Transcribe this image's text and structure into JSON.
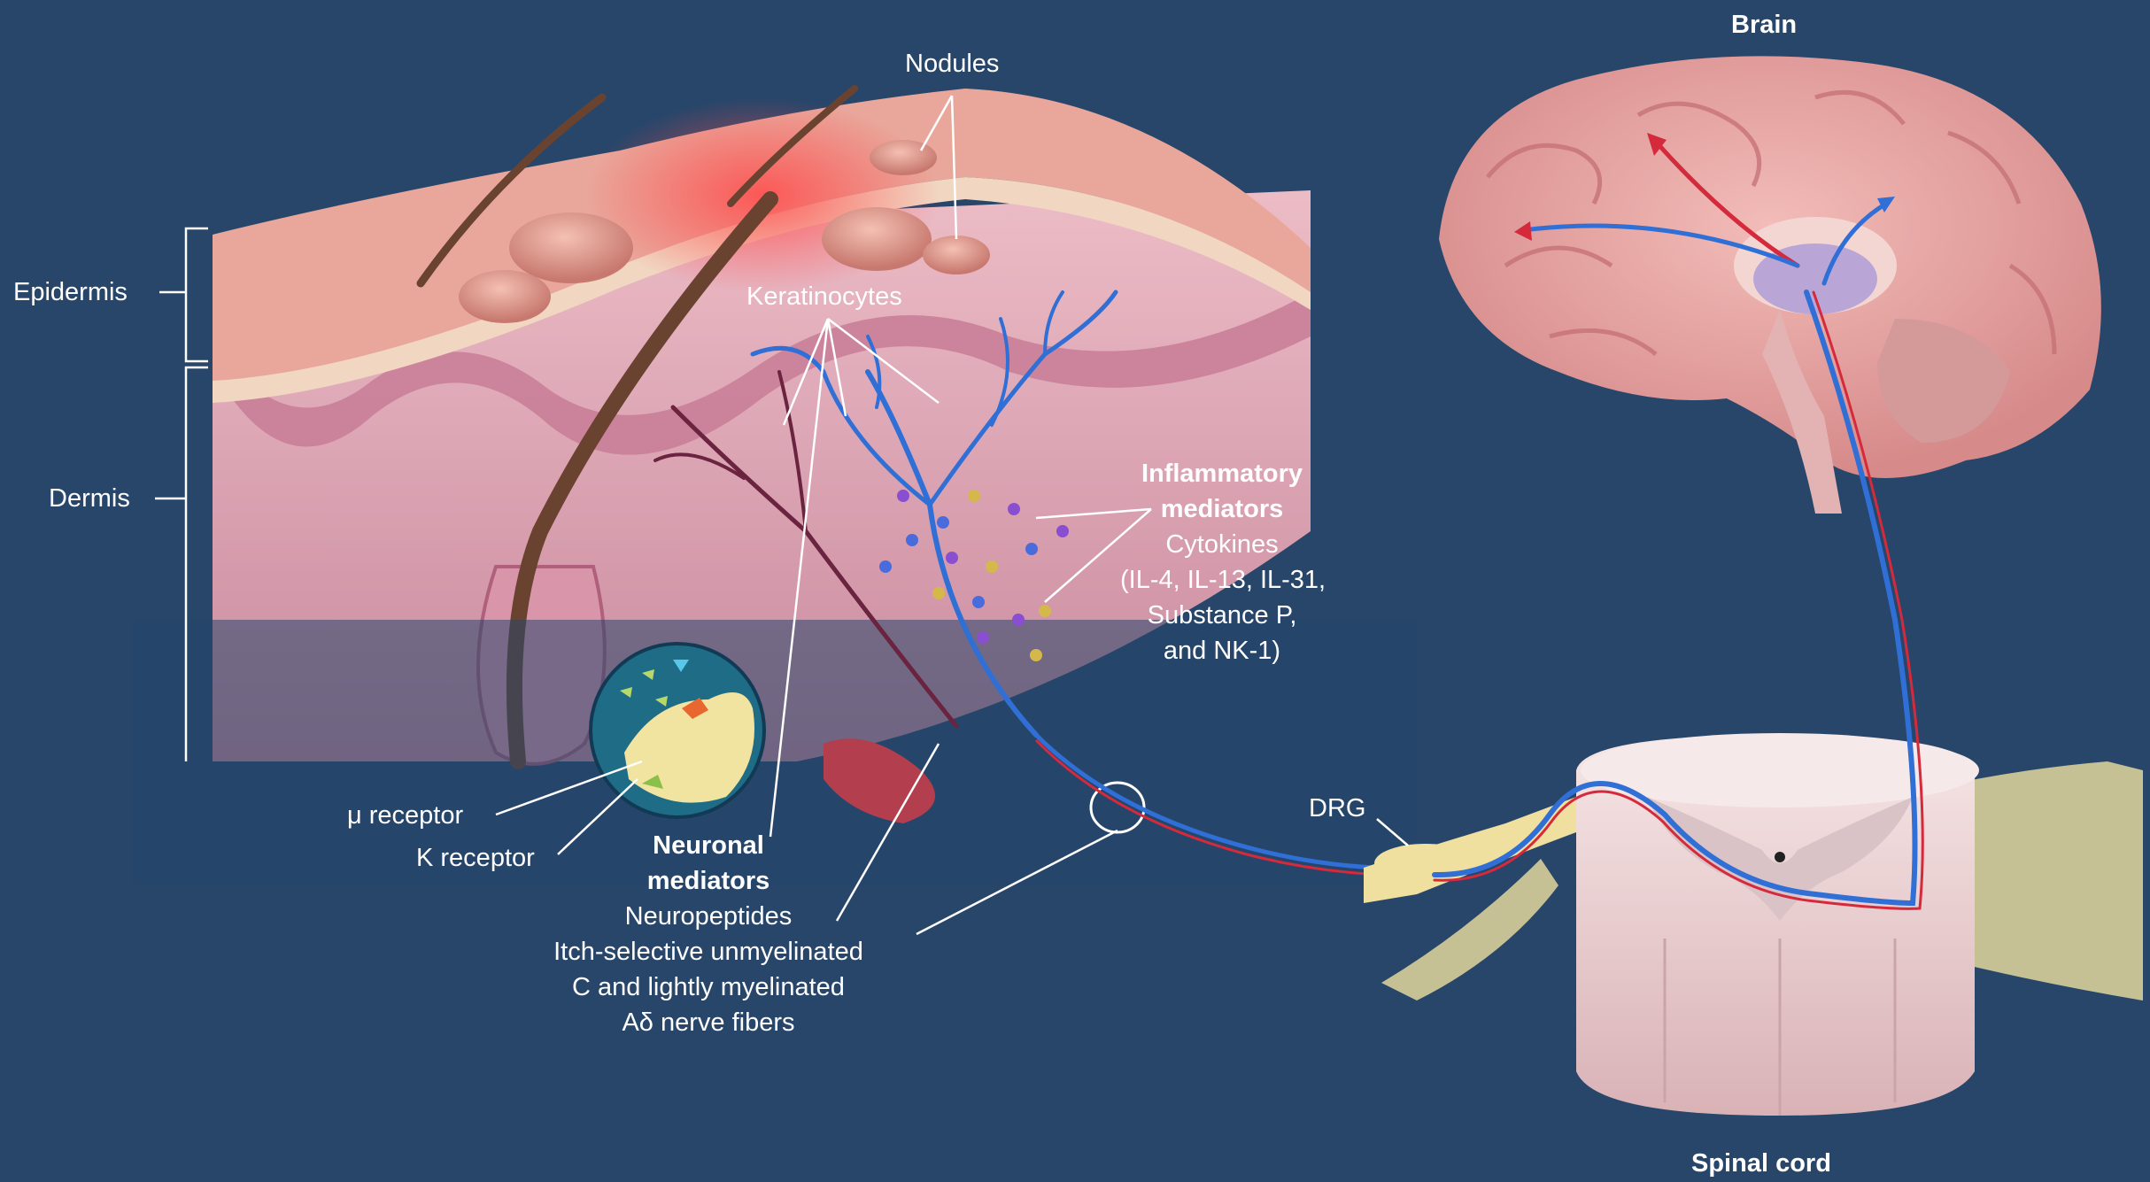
{
  "labels": {
    "brain": "Brain",
    "spinal_cord": "Spinal cord",
    "epidermis": "Epidermis",
    "dermis": "Dermis",
    "nodules": "Nodules",
    "keratinocytes": "Keratinocytes",
    "drg": "DRG",
    "mu_receptor": "μ receptor",
    "kappa_receptor": "Κ receptor",
    "inflammatory": {
      "title_line1": "Inflammatory",
      "title_line2": "mediators",
      "line1": "Cytokines",
      "line2": "(IL-4, IL-13, IL-31,",
      "line3": "Substance P,",
      "line4": "and NK-1)"
    },
    "neuronal": {
      "title_line1": "Neuronal",
      "title_line2": "mediators",
      "line1": "Neuropeptides",
      "line2": "Itch-selective unmyelinated",
      "line3": "C and lightly myelinated",
      "line4": "Aδ nerve fibers"
    }
  },
  "colors": {
    "background": "#27466a",
    "skin_surface": "#e9a79b",
    "dermis": "#e8b3bd",
    "nerve_blue": "#2f6fd6",
    "nerve_red": "#d42a3c",
    "brain": "#e7a6a4",
    "spinal_cord": "#f1dede",
    "nerve_root": "#efe0a0"
  }
}
